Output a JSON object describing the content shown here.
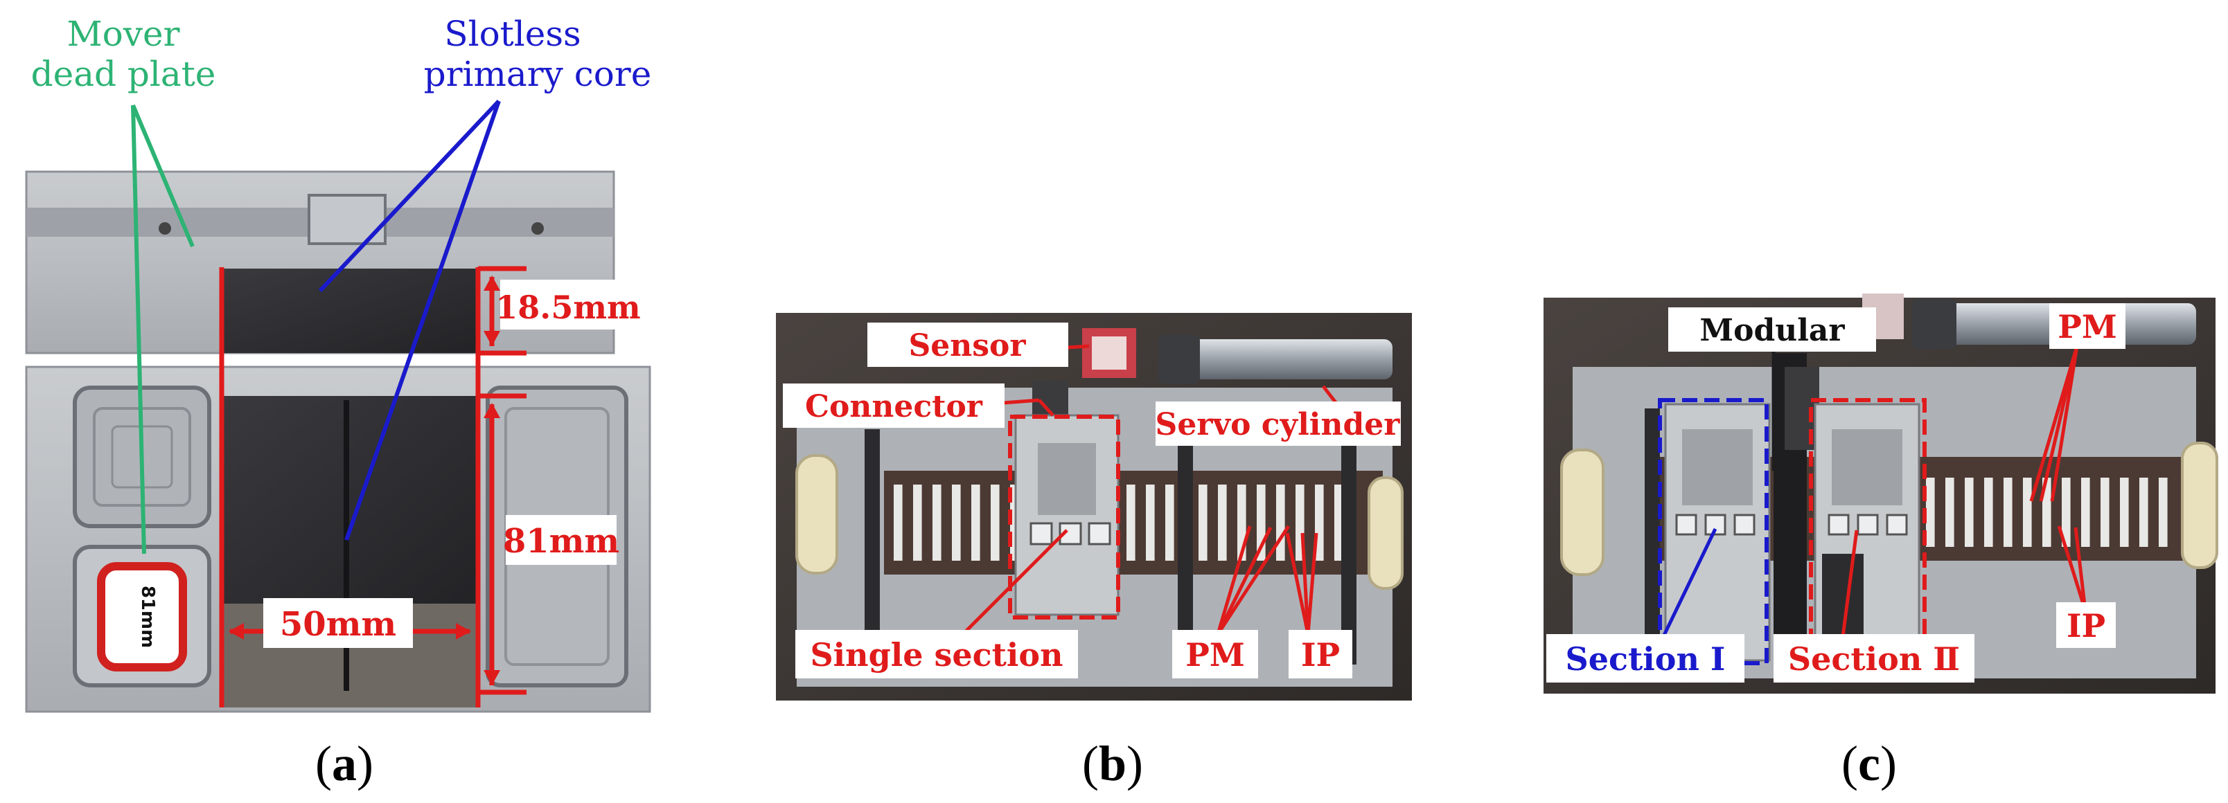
{
  "panel_a": {
    "label_mover": [
      "Mover",
      "dead plate"
    ],
    "label_slotless": [
      "Slotless",
      "primary core"
    ],
    "dim_height_small": "18.5mm",
    "dim_height_large": "81mm",
    "dim_width": "50mm",
    "plate_stamp": "81mm",
    "caption_letter": "a"
  },
  "panel_b": {
    "label_sensor": "Sensor",
    "label_connector": "Connector",
    "label_servo": "Servo cylinder",
    "label_single": "Single section",
    "label_pm": "PM",
    "label_ip": "IP",
    "caption_letter": "b"
  },
  "panel_c": {
    "label_modular": "Modular",
    "label_pm": "PM",
    "label_ip": "IP",
    "label_section1": "Section Ⅰ",
    "label_section2": "Section Ⅱ",
    "caption_letter": "c"
  },
  "colors": {
    "green": "#2db374",
    "blue": "#1a1acc",
    "red": "#e01b1b",
    "metal": "#b9bcc0",
    "core": "#2f2f33"
  }
}
